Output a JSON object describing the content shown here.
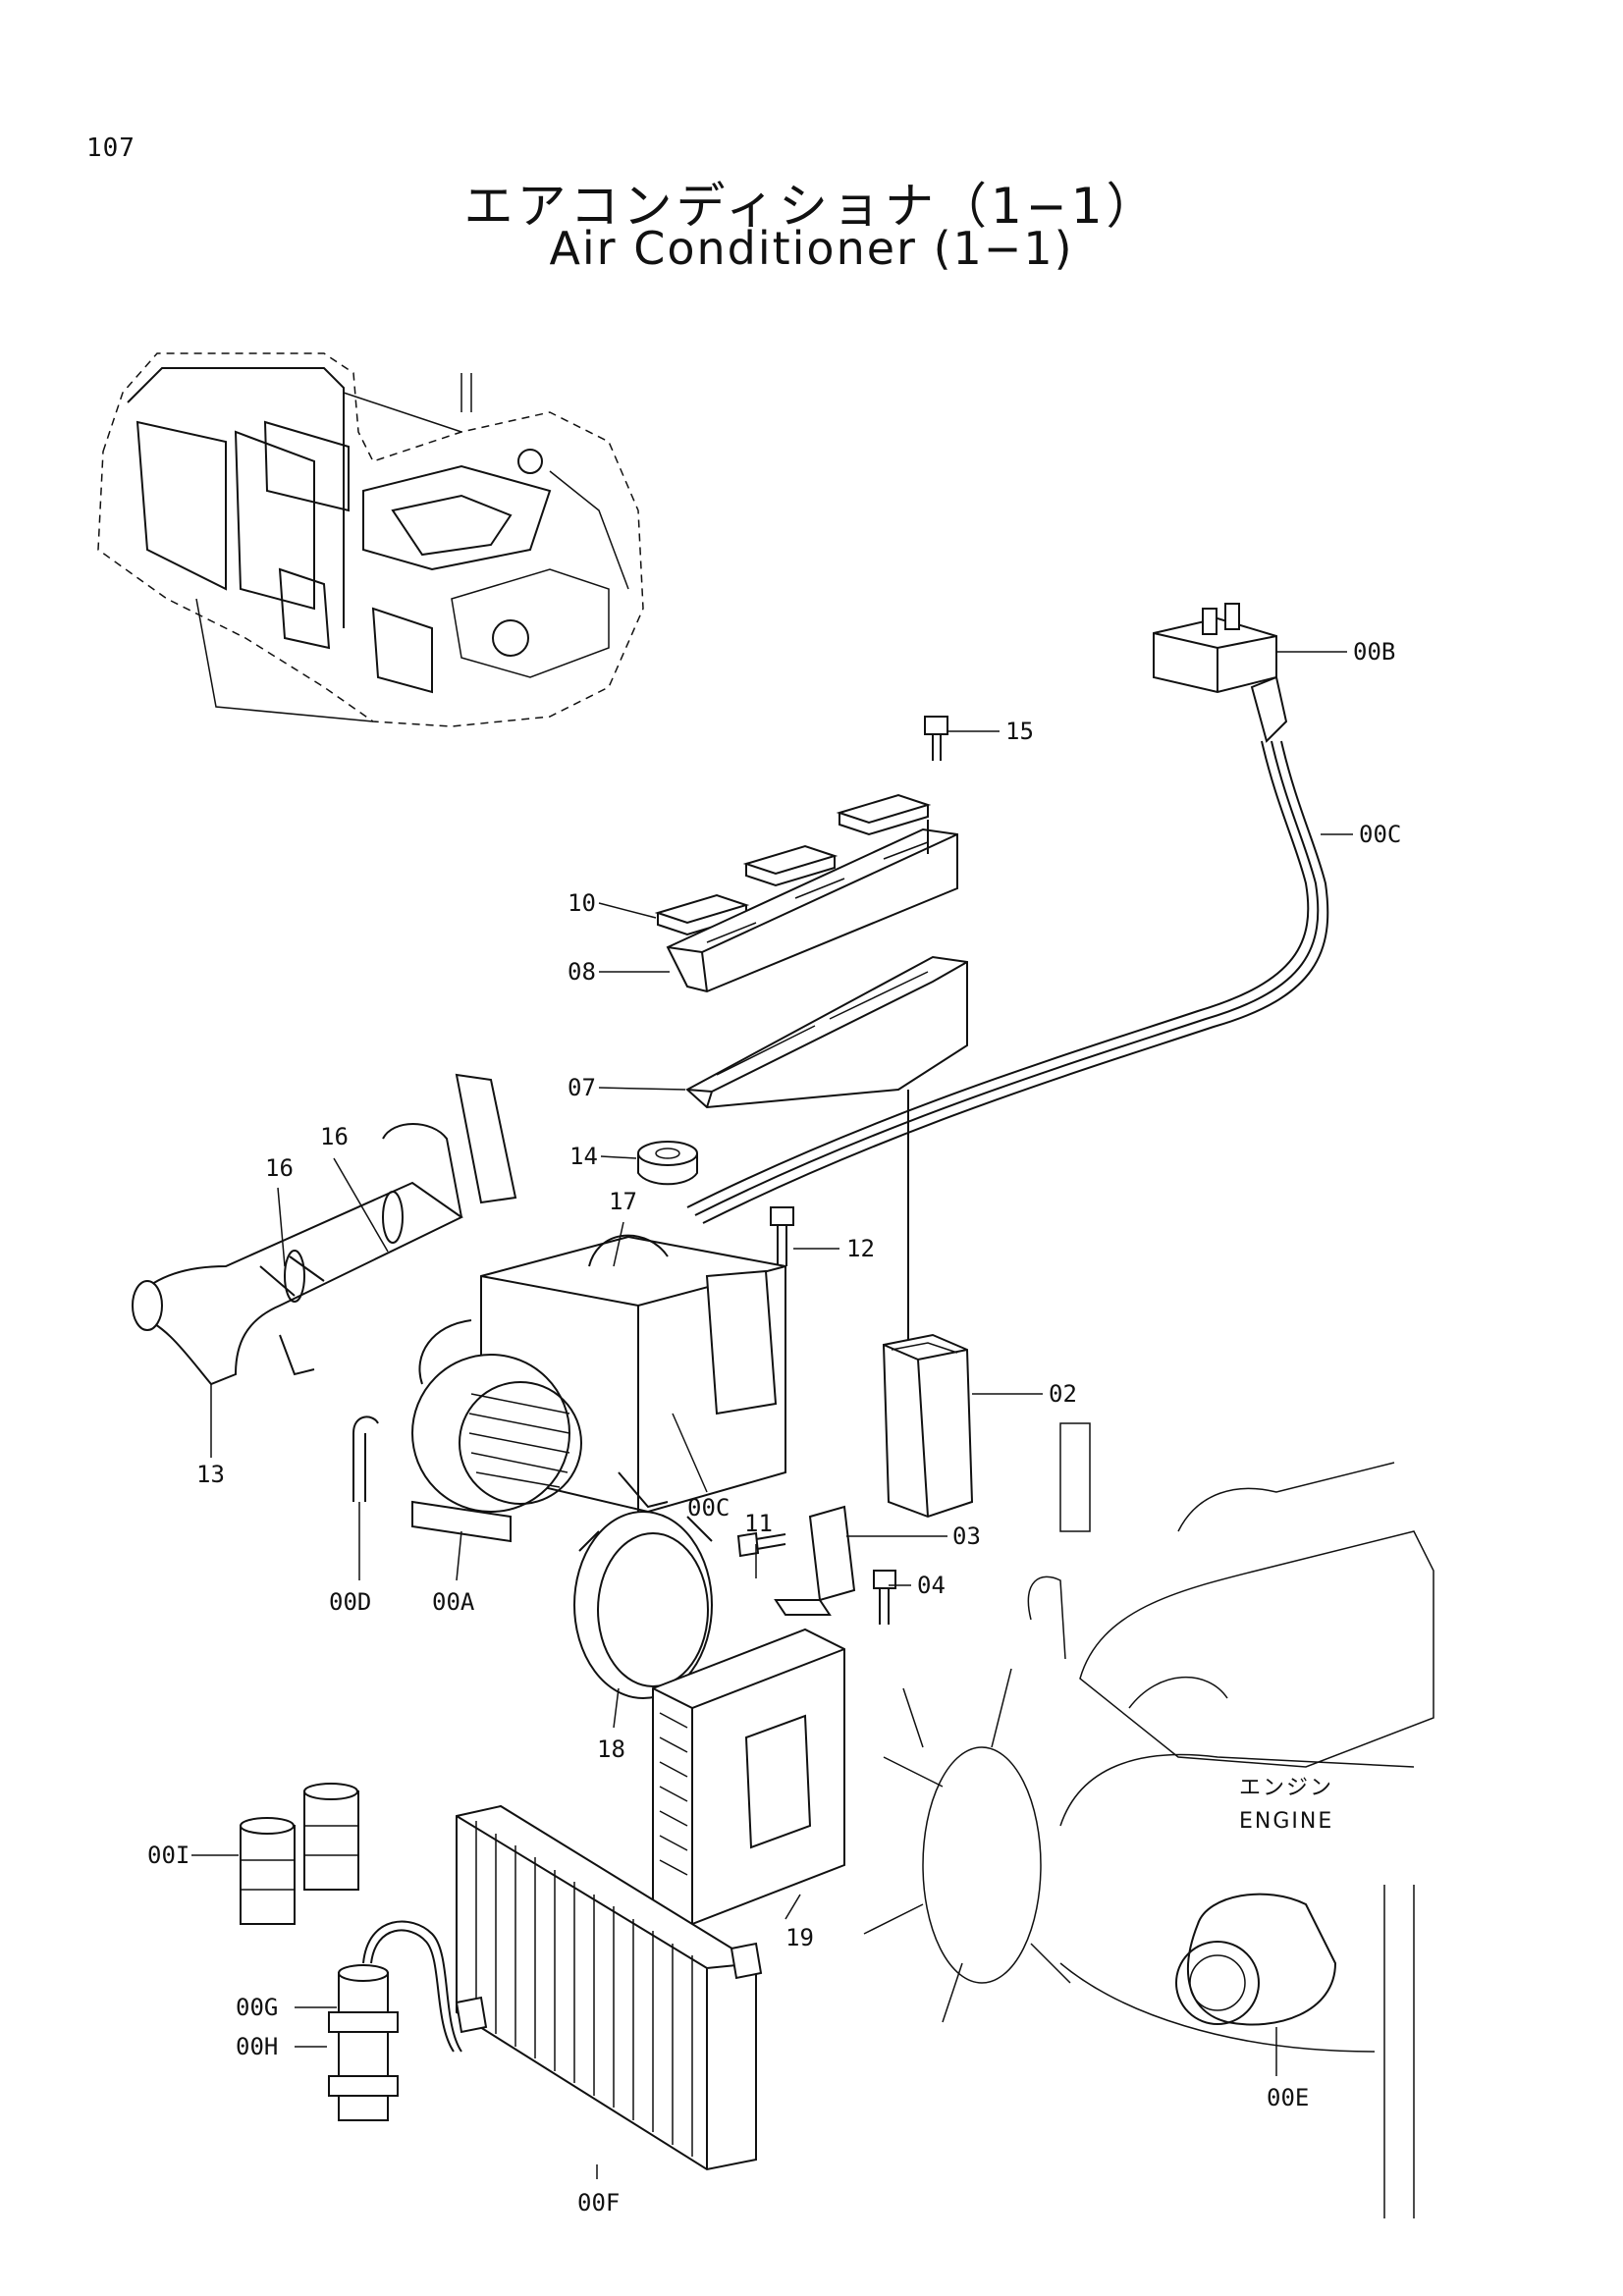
{
  "page": {
    "number": "107"
  },
  "title": {
    "ja": "エアコンディショナ（1−1）",
    "en": "Air Conditioner (1−1)"
  },
  "engine_label": {
    "ja": "エンジン",
    "en": "ENGINE"
  },
  "callouts": [
    {
      "id": "00b",
      "text": "00B"
    },
    {
      "id": "15",
      "text": "15"
    },
    {
      "id": "00c-upper",
      "text": "00C"
    },
    {
      "id": "10",
      "text": "10"
    },
    {
      "id": "08",
      "text": "08"
    },
    {
      "id": "07",
      "text": "07"
    },
    {
      "id": "16-a",
      "text": "16"
    },
    {
      "id": "16-b",
      "text": "16"
    },
    {
      "id": "14",
      "text": "14"
    },
    {
      "id": "17",
      "text": "17"
    },
    {
      "id": "12",
      "text": "12"
    },
    {
      "id": "02",
      "text": "02"
    },
    {
      "id": "13",
      "text": "13"
    },
    {
      "id": "11",
      "text": "11"
    },
    {
      "id": "00c-lower",
      "text": "00C"
    },
    {
      "id": "03",
      "text": "03"
    },
    {
      "id": "04",
      "text": "04"
    },
    {
      "id": "00d",
      "text": "00D"
    },
    {
      "id": "00a",
      "text": "00A"
    },
    {
      "id": "18",
      "text": "18"
    },
    {
      "id": "19",
      "text": "19"
    },
    {
      "id": "00i",
      "text": "00I"
    },
    {
      "id": "00g",
      "text": "00G"
    },
    {
      "id": "00h",
      "text": "00H"
    },
    {
      "id": "00f",
      "text": "00F"
    },
    {
      "id": "00e",
      "text": "00E"
    }
  ]
}
